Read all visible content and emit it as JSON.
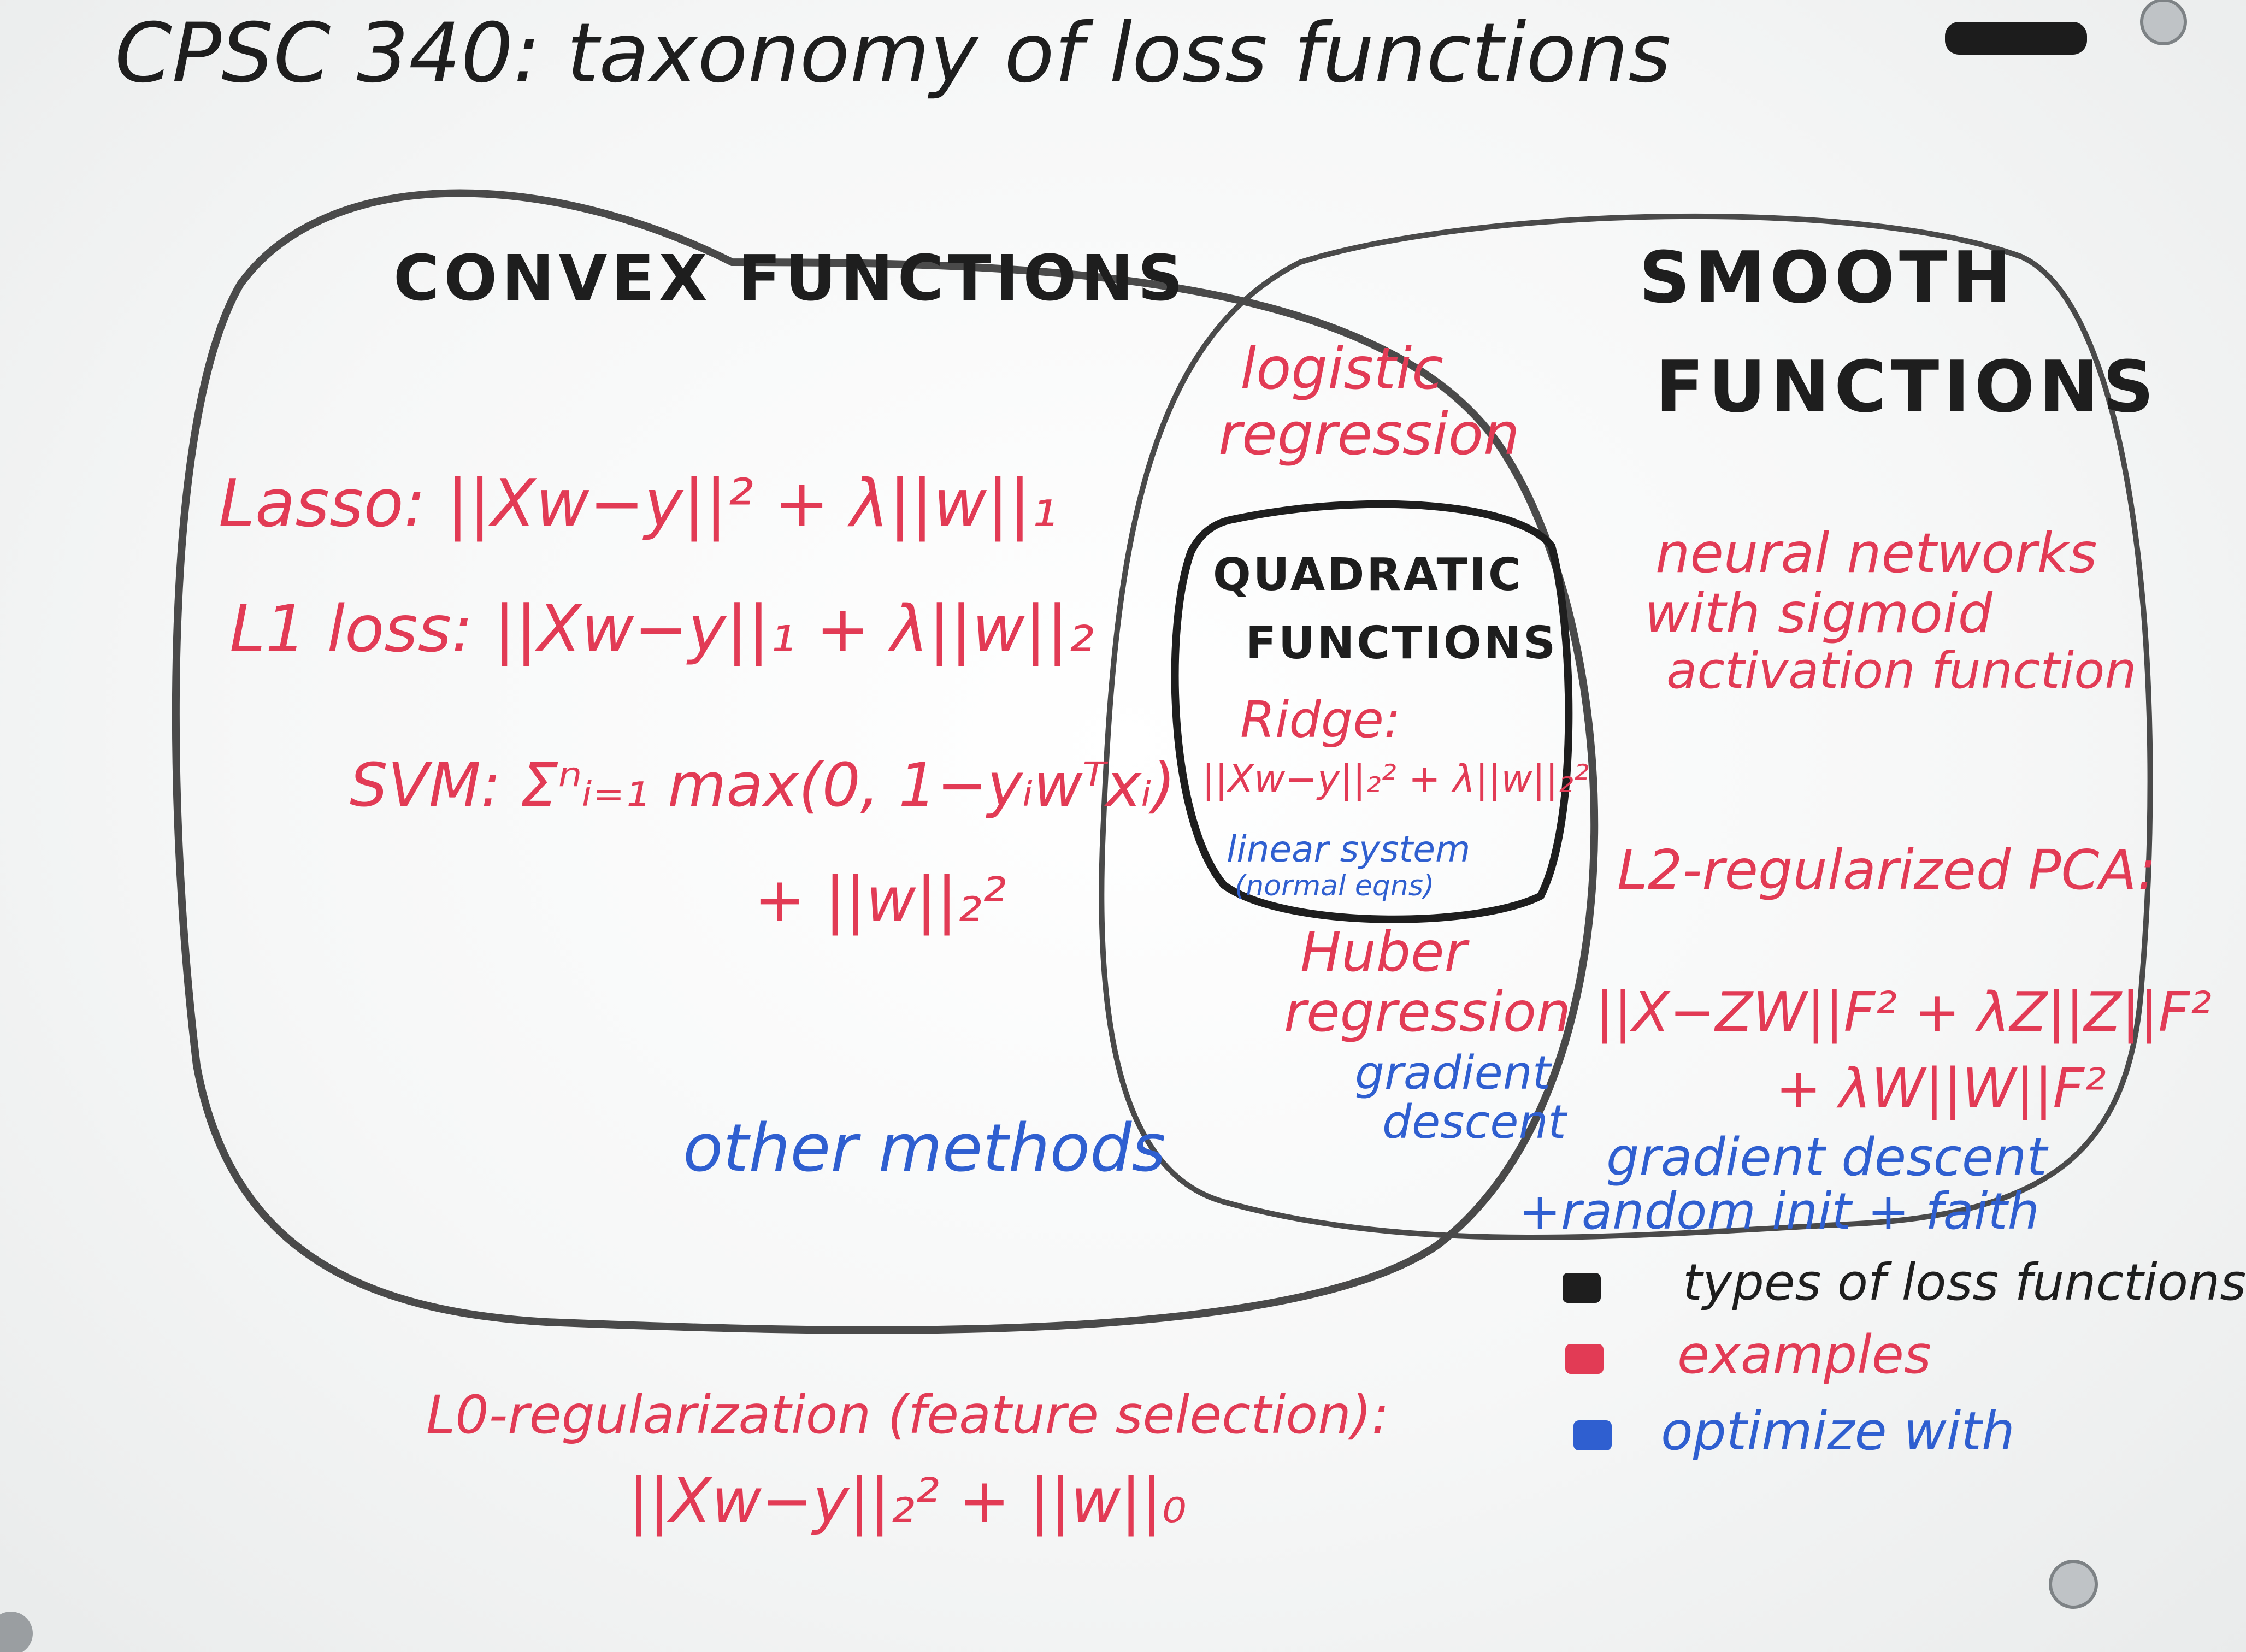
{
  "title": "CPSC 340: taxonomy of loss functions",
  "sets": {
    "convex": "CONVEX FUNCTIONS",
    "smooth_line1": "SMOOTH",
    "smooth_line2": "FUNCTIONS",
    "quadratic_line1": "QUADRATIC",
    "quadratic_line2": "FUNCTIONS"
  },
  "convex_examples": {
    "lasso": "Lasso: ||Xw−y||² + λ||w||₁",
    "l1_loss": "L1 loss: ||Xw−y||₁ + λ||w||₂",
    "svm_line1": "SVM: Σⁿᵢ₌₁ max(0, 1−yᵢwᵀxᵢ)",
    "svm_line2": "+ ||w||₂²",
    "optimizer": "other methods"
  },
  "intersection_examples": {
    "logistic_line1": "logistic",
    "logistic_line2": "regression",
    "huber_line1": "Huber",
    "huber_line2": "regression",
    "optimizer_line1": "gradient",
    "optimizer_line2": "descent"
  },
  "quadratic_examples": {
    "ridge_label": "Ridge:",
    "ridge_formula": "||Xw−y||₂² + λ||w||₂²",
    "optimizer_line1": "linear system",
    "optimizer_line2": "(normal eqns)"
  },
  "smooth_examples": {
    "nn_line1": "neural networks",
    "nn_line2": "with sigmoid",
    "nn_line3": "activation function",
    "pca_label": "L2-regularized PCA:",
    "pca_formula_line1": "||X−ZW||F² + λZ||Z||F²",
    "pca_formula_line2": "+ λW||W||F²",
    "optimizer_line1": "gradient descent",
    "optimizer_line2": "+random init + faith"
  },
  "outside": {
    "l0_line1": "L0-regularization (feature selection):",
    "l0_line2": "||Xw−y||₂² + ||w||₀"
  },
  "legend": [
    {
      "label": "types of loss functions",
      "color": "#1e1e1e"
    },
    {
      "label": "examples",
      "color": "#e23b55"
    },
    {
      "label": "optimize with",
      "color": "#2f5fd0"
    }
  ]
}
